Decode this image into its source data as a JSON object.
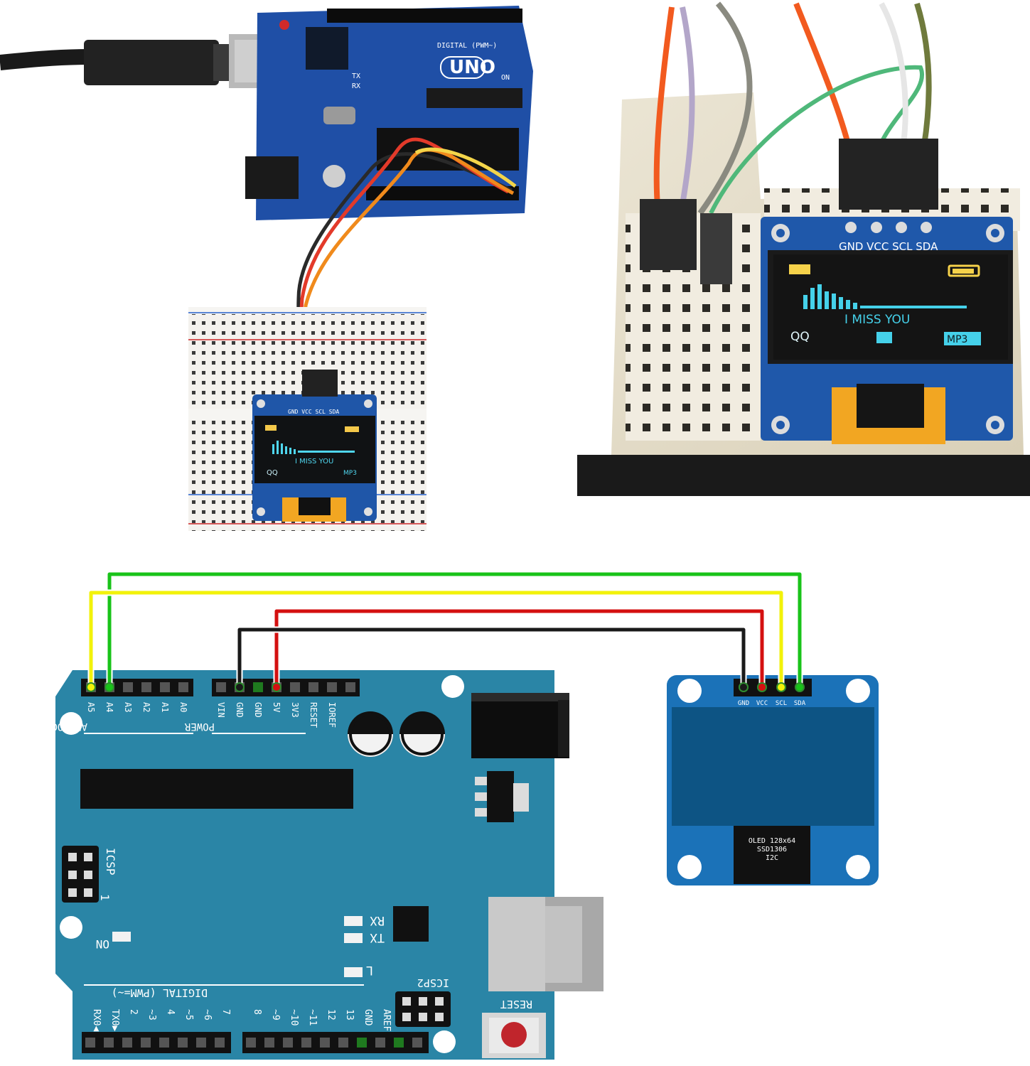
{
  "photo_top_left": {
    "board_label": "UNO",
    "digital_label": "DIGITAL (PWM~)",
    "on_label": "ON",
    "tx_label": "TX",
    "rx_label": "RX",
    "oled_header": "GND VCC SCL SDA",
    "oled_song": "I MISS YOU",
    "oled_left": "QQ",
    "oled_right": "MP3"
  },
  "photo_top_right": {
    "oled_header": "GND VCC SCL SDA",
    "oled_song": "I MISS YOU",
    "oled_left": "QQ",
    "oled_right": "MP3"
  },
  "schematic": {
    "analog_pins": [
      "A5",
      "A4",
      "A3",
      "A2",
      "A1",
      "A0"
    ],
    "analog_title": "ANALOG IN",
    "power_pins": [
      "VIN",
      "GND",
      "GND",
      "5V",
      "3V3",
      "RESET",
      "IOREF"
    ],
    "power_title": "POWER",
    "icsp_label": "ICSP",
    "icsp_pin1": "1",
    "on_label": "ON",
    "rx_label": "RX",
    "tx_label": "TX",
    "l_label": "L",
    "icsp2_label": "ICSP2",
    "reset_label": "RESET",
    "digital_title": "DIGITAL (PWM=~)",
    "digital_pins": [
      "RX0◀0",
      "TX0▶1",
      "2",
      "~3",
      "4",
      "~5",
      "~6",
      "7",
      "8",
      "~9",
      "~10",
      "~11",
      "12",
      "13",
      "GND",
      "AREF"
    ],
    "oled_pins": [
      "GND",
      "VCC",
      "SCL",
      "SDA"
    ],
    "oled_chip_lines": [
      "OLED 128x64",
      "SSD1306",
      "I2C"
    ],
    "wire_colors": {
      "sda": "#19c319",
      "scl": "#f2f20a",
      "vcc": "#d41010",
      "gnd": "#1a1a1a"
    },
    "board_color": "#2a85a6",
    "oled_board_color": "#1b72b8",
    "oled_screen_color": "#0d5484"
  }
}
